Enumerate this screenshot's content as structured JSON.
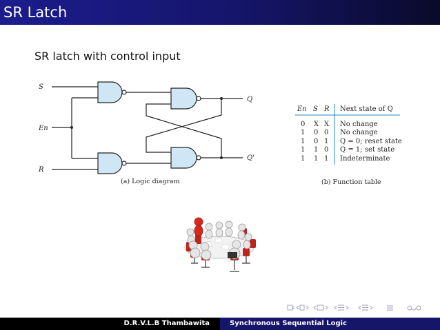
{
  "title": "SR Latch",
  "subtitle": "SR latch with control input",
  "logic": {
    "label_s": "S",
    "label_en": "En",
    "label_r": "R",
    "label_q": "Q",
    "label_qprime": "Q'",
    "caption": "(a) Logic diagram"
  },
  "table": {
    "headers": [
      "En",
      "S",
      "R",
      "Next state of Q"
    ],
    "rows": [
      [
        "0",
        "X",
        "X",
        "No change"
      ],
      [
        "1",
        "0",
        "0",
        "No change"
      ],
      [
        "1",
        "0",
        "1",
        "Q = 0; reset state"
      ],
      [
        "1",
        "1",
        "0",
        "Q = 1; set state"
      ],
      [
        "1",
        "1",
        "1",
        "Indeterminate"
      ]
    ],
    "caption": "(b) Function table"
  },
  "footer": {
    "author": "D.R.V.L.B Thambawita",
    "topic": "Synchronous Sequential Logic"
  }
}
